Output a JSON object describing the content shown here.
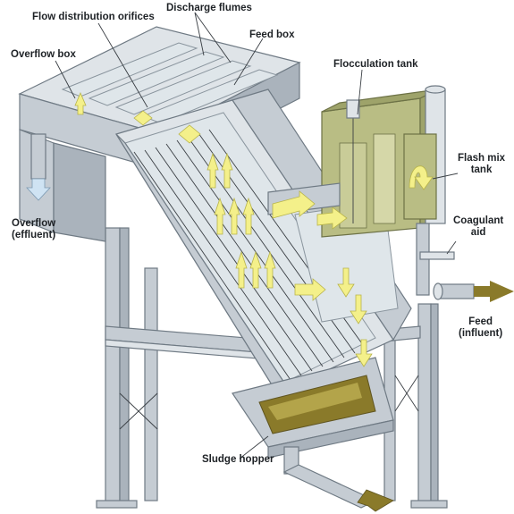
{
  "labels": {
    "flow_distribution_orifices": "Flow distribution orifices",
    "discharge_flumes": "Discharge flumes",
    "feed_box": "Feed box",
    "overflow_box": "Overflow box",
    "flocculation_tank": "Flocculation tank",
    "flash_mix_tank": "Flash mix\ntank",
    "coagulant_aid": "Coagulant\naid",
    "overflow_effluent": "Overflow\n(effluent)",
    "feed_influent": "Feed\n(influent)",
    "sludge_hopper": "Sludge hopper"
  },
  "colors": {
    "steel": "#c5ccd3",
    "tank_olive": "#b9bd84",
    "flow_arrow": "#f4f08a",
    "effluent_arrow": "#cfe3f3",
    "sludge": "#8a7a2a"
  }
}
